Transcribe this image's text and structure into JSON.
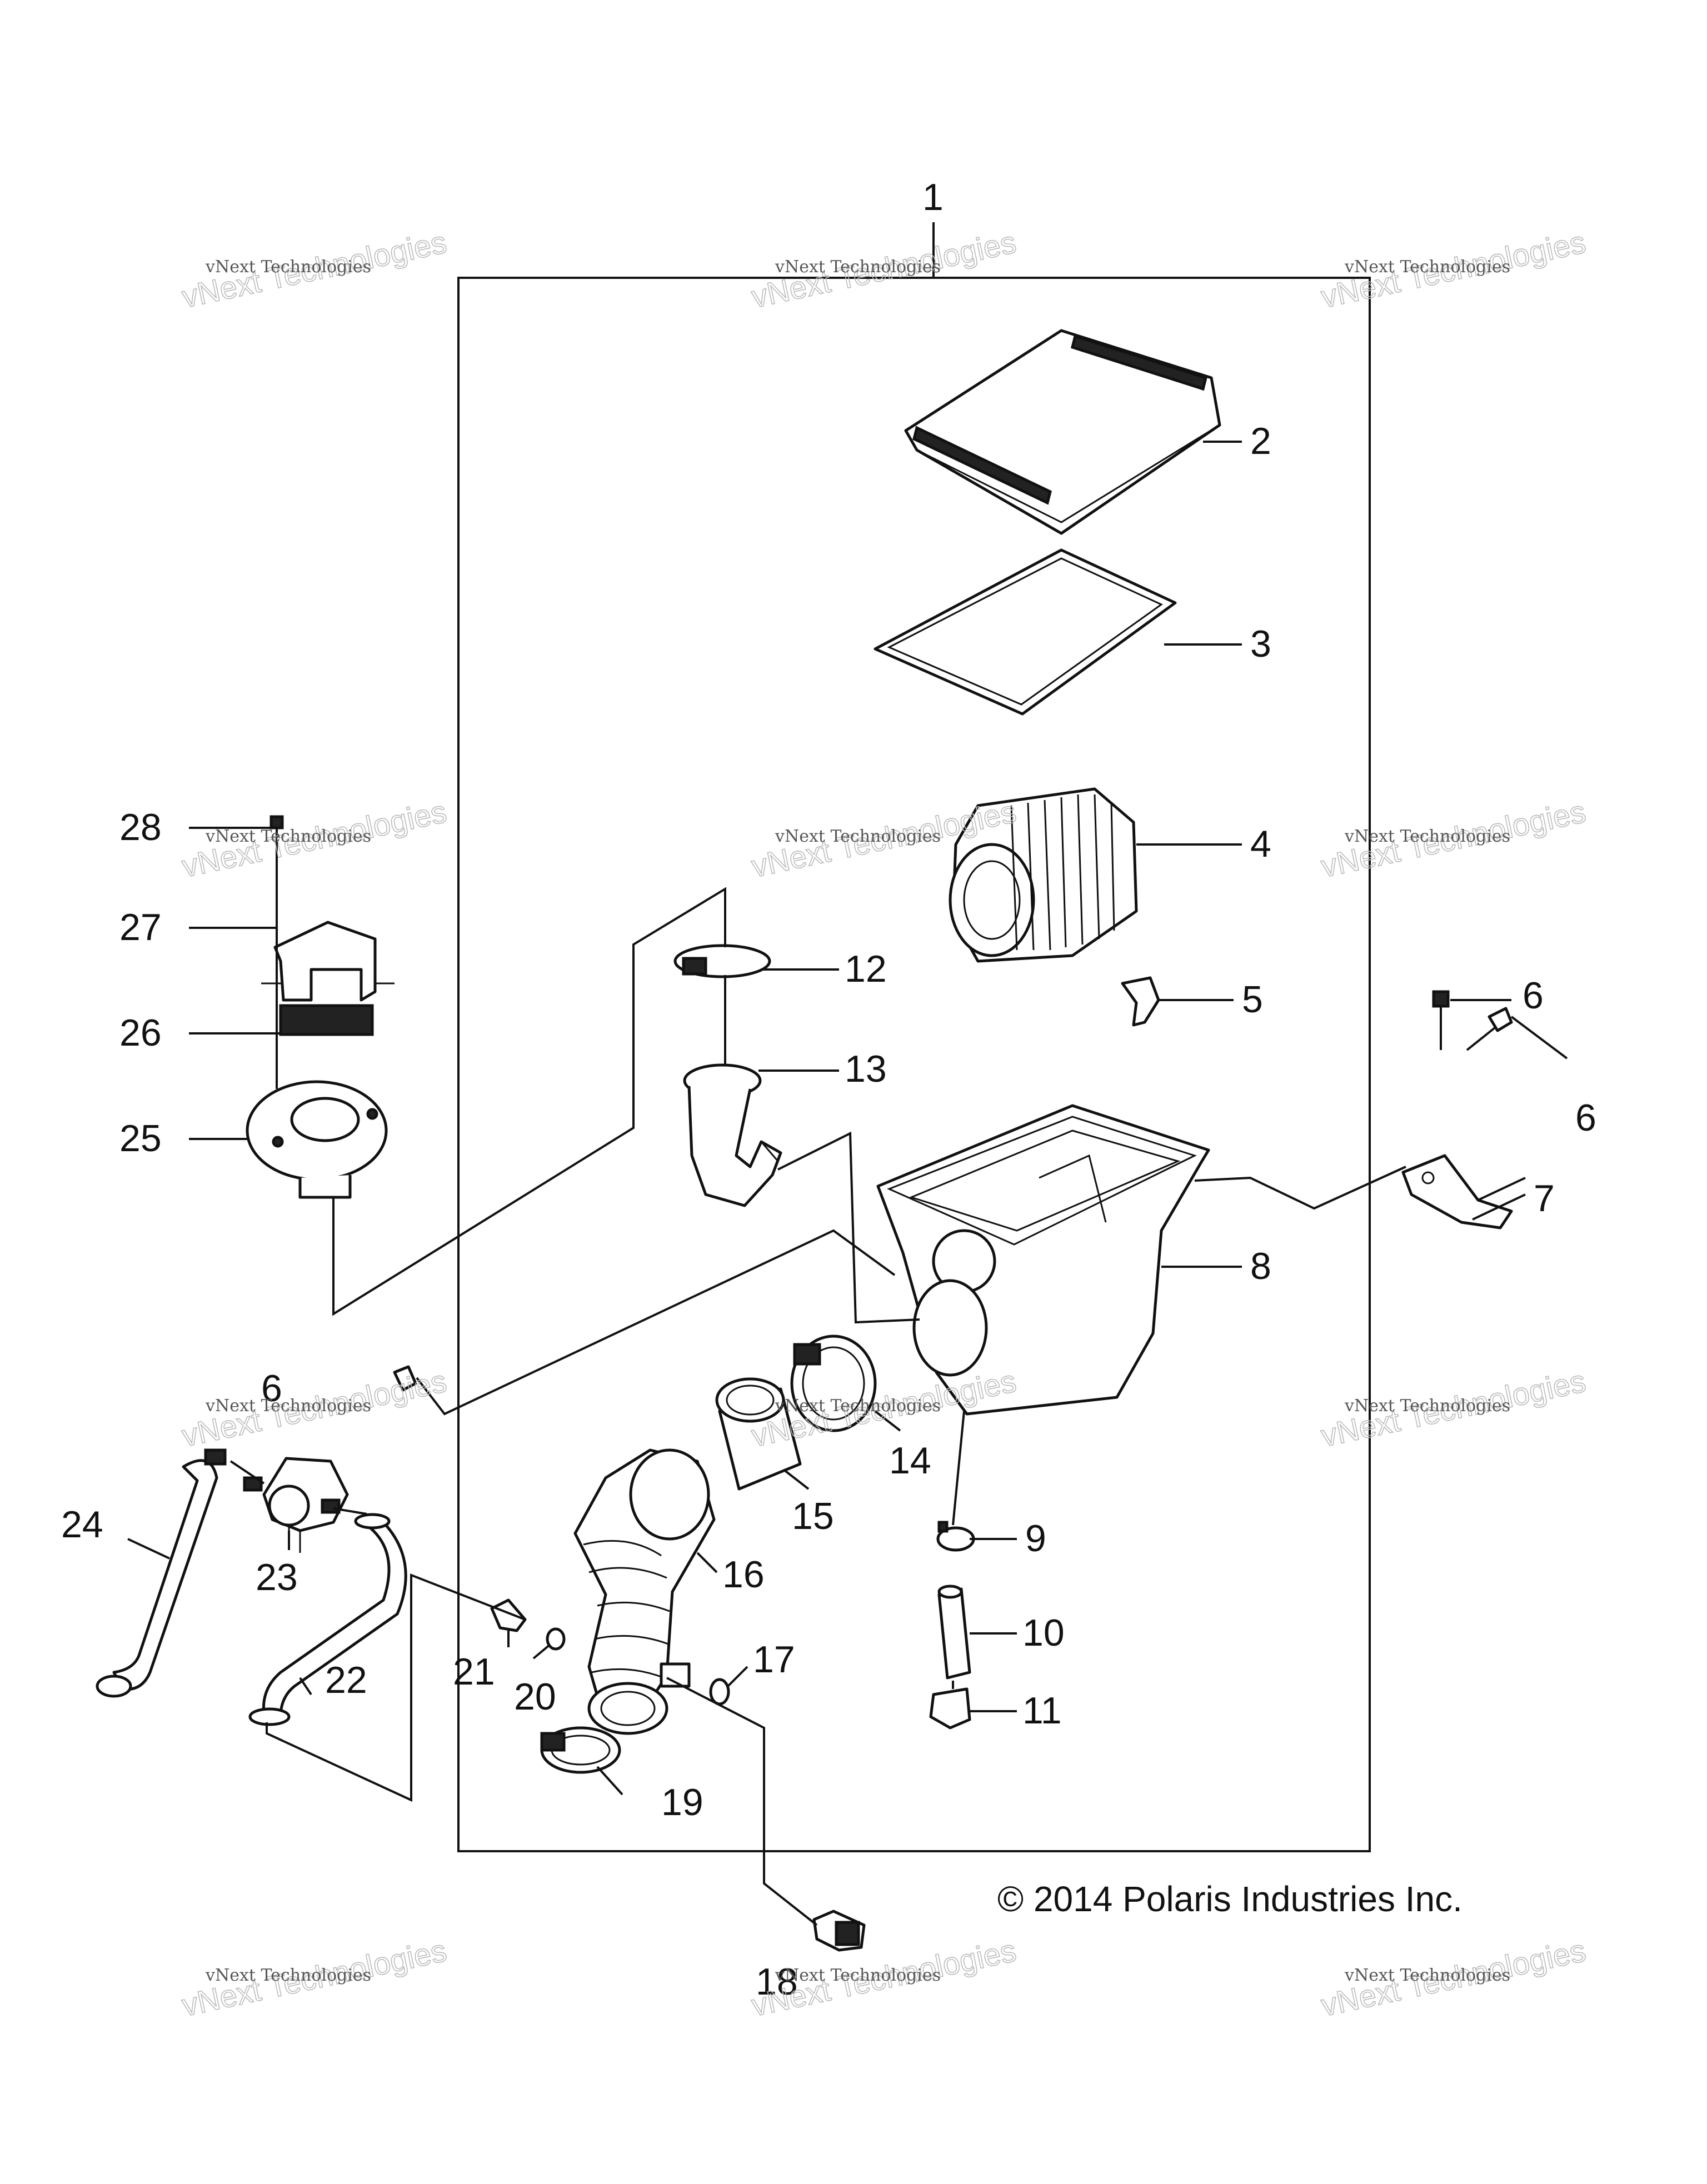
{
  "diagram": {
    "copyright": "© 2014 Polaris Industries Inc.",
    "watermark": {
      "line1": "vNext Technologies",
      "line2": "vNext Technologies"
    },
    "labels": {
      "l1": "1",
      "l2": "2",
      "l3": "3",
      "l4": "4",
      "l5": "5",
      "l6a": "6",
      "l6b": "6",
      "l6c": "6",
      "l7": "7",
      "l8": "8",
      "l9": "9",
      "l10": "10",
      "l11": "11",
      "l12": "12",
      "l13": "13",
      "l14": "14",
      "l15": "15",
      "l16": "16",
      "l17": "17",
      "l18": "18",
      "l19": "19",
      "l20": "20",
      "l21": "21",
      "l22": "22",
      "l23": "23",
      "l24": "24",
      "l25": "25",
      "l26": "26",
      "l27": "27",
      "l28": "28"
    }
  }
}
